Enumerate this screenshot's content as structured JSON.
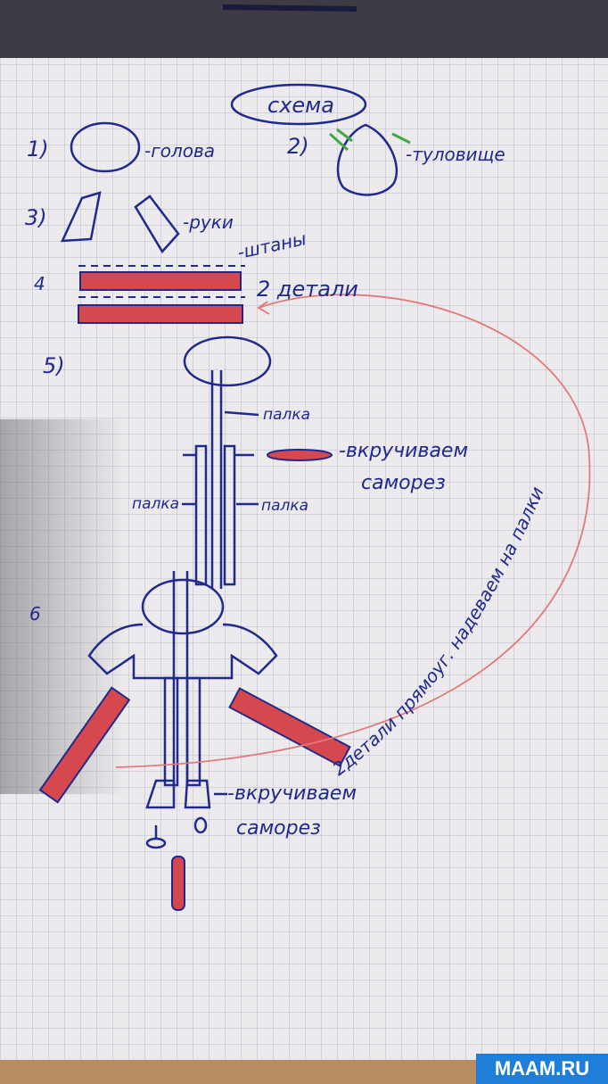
{
  "title": "схема",
  "steps": {
    "s1_num": "1)",
    "s1_label": "-голова",
    "s2_num": "2)",
    "s2_label": "-туловище",
    "s3_num": "3)",
    "s3_label": "-руки",
    "s4_pants": "-штаны",
    "s4_num": "4",
    "s4_label": "2 детали",
    "s5_num": "5)",
    "s5_stick_top": "палка",
    "s5_screw_1": "-вкручиваем",
    "s5_screw_2": "саморез",
    "s5_stick_left": "палка",
    "s5_stick_right": "палка",
    "s6_num": "6",
    "s6_screw_1": "-вкручиваем",
    "s6_screw_2": "саморез",
    "curve_note": "2детали прямоуг. надеваем на палки"
  },
  "watermark": "MAAM.RU",
  "colors": {
    "ink": "#1f2a8c",
    "red": "#d4484e",
    "green": "#3fa84a",
    "paper": "#eceaec",
    "grid": "#b9bcc8"
  }
}
